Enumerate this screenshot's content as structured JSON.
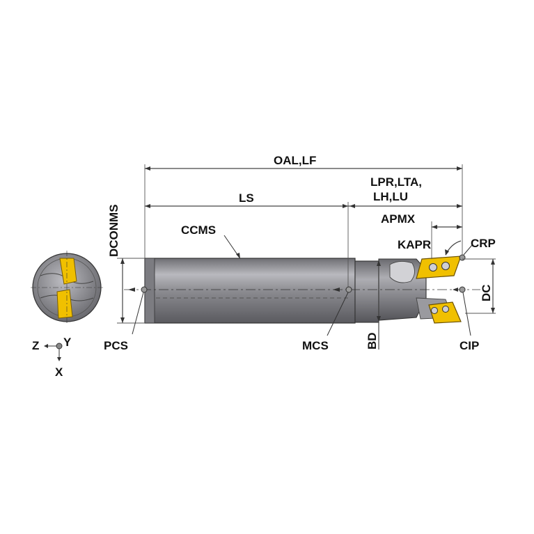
{
  "labels": {
    "oal_lf": "OAL,LF",
    "ls": "LS",
    "lpr_lta_1": "LPR,LTA,",
    "lpr_lta_2": "LH,LU",
    "apmx": "APMX",
    "kapr": "KAPR",
    "crp": "CRP",
    "dconms": "DCONMS",
    "ccms": "CCMS",
    "dc": "DC",
    "bd": "BD",
    "pcs": "PCS",
    "mcs": "MCS",
    "cip": "CIP"
  },
  "axes": {
    "z": "Z",
    "y": "Y",
    "x": "X"
  },
  "colors": {
    "body": "#8a8a8f",
    "body_dark": "#5e5e63",
    "body_light": "#b8b8bd",
    "insert": "#f0c000",
    "insert_dark": "#b08a00",
    "line": "#333333"
  }
}
